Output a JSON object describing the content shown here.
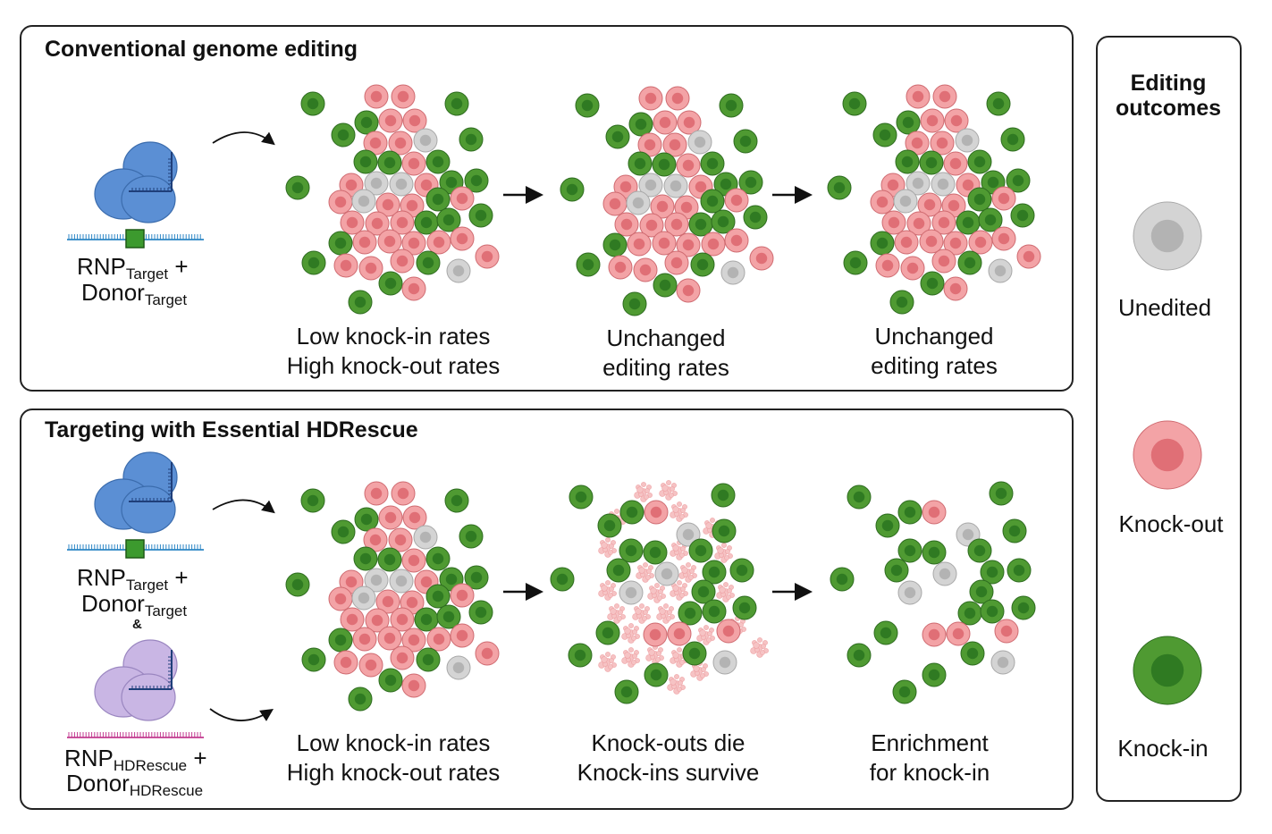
{
  "panels": {
    "conventional": {
      "title": "Conventional genome editing",
      "rnp": {
        "main1": "RNP",
        "sub1": "Target",
        "plus1": " +",
        "main2": "Donor",
        "sub2": "Target"
      },
      "stages": [
        {
          "line1": "Low knock-in rates",
          "line2": "High knock-out rates"
        },
        {
          "line1": "Unchanged",
          "line2": "editing rates"
        },
        {
          "line1": "Unchanged",
          "line2": "editing rates"
        }
      ]
    },
    "hdrescue": {
      "title": "Targeting with Essential HDRescue",
      "rnp_target": {
        "main1": "RNP",
        "sub1": "Target",
        "plus1": " +",
        "main2": "Donor",
        "sub2": "Target"
      },
      "ampersand": "&",
      "rnp_rescue": {
        "main1": "RNP",
        "sub1": "HDRescue",
        "plus1": " +",
        "main2": "Donor",
        "sub2": "HDRescue"
      },
      "stages": [
        {
          "line1": "Low knock-in rates",
          "line2": "High knock-out rates"
        },
        {
          "line1": "Knock-outs die",
          "line2": "Knock-ins survive"
        },
        {
          "line1": "Enrichment",
          "line2": "for knock-in"
        }
      ]
    }
  },
  "legend": {
    "title_line1": "Editing",
    "title_line2": "outcomes",
    "items": [
      {
        "label": "Unedited",
        "icon": "unedited-cell-icon"
      },
      {
        "label": "Knock-out",
        "icon": "knockout-cell-icon"
      },
      {
        "label": "Knock-in",
        "icon": "knockin-cell-icon"
      }
    ]
  },
  "colors": {
    "knockin_fill": "#4f9a32",
    "knockin_nucleus": "#2f7a22",
    "knockout_fill": "#f3a3a6",
    "knockout_nucleus": "#e06f76",
    "unedited_fill": "#d4d4d4",
    "unedited_nucleus": "#b3b3b3",
    "protein_blue": "#5b8fd4",
    "protein_purple": "#c9b6e4",
    "dna_blue": "#2c86c4",
    "dna_magenta": "#c23a8f",
    "donor_green": "#3c9a2e"
  }
}
